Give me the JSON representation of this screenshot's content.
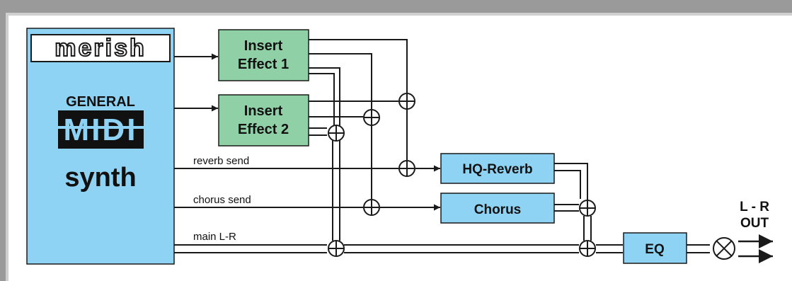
{
  "brand": {
    "logo_text": "merish",
    "gm_top": "GENERAL",
    "gm_logo": "MIDI",
    "gm_bottom": "synth"
  },
  "blocks": {
    "insert1_line1": "Insert",
    "insert1_line2": "Effect 1",
    "insert2_line1": "Insert",
    "insert2_line2": "Effect 2",
    "reverb": "HQ-Reverb",
    "chorus": "Chorus",
    "eq": "EQ"
  },
  "signals": {
    "reverb_send": "reverb send",
    "chorus_send": "chorus send",
    "main": "main L-R"
  },
  "output": {
    "line1": "L - R",
    "line2": "OUT"
  },
  "colors": {
    "synth_fill": "#8fd3f4",
    "effect_fill": "#8fd0a6",
    "reverb_fill": "#8fd3f4",
    "line": "#1a1a1a",
    "frame": "#999999"
  }
}
